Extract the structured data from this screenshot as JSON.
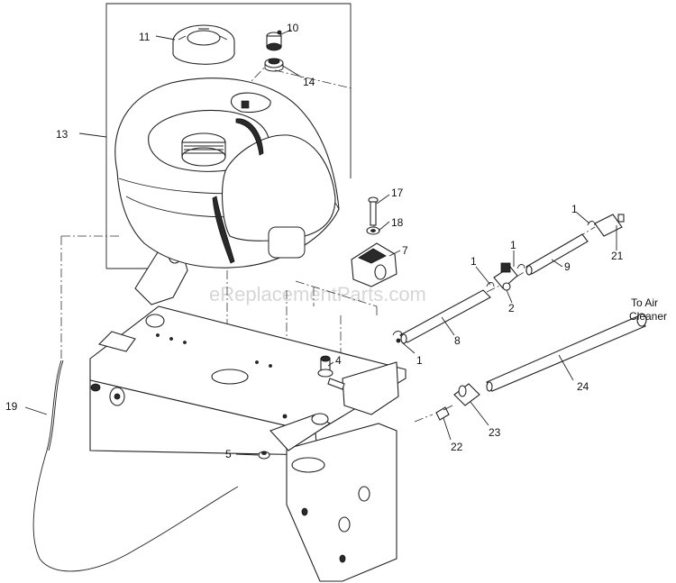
{
  "watermark": "eReplacementParts.com",
  "note": {
    "line1": "To Air",
    "line2": "Cleaner"
  },
  "callouts": [
    {
      "key": "c11",
      "label": "11"
    },
    {
      "key": "c10",
      "label": "10"
    },
    {
      "key": "c14",
      "label": "14"
    },
    {
      "key": "c13",
      "label": "13"
    },
    {
      "key": "c17",
      "label": "17"
    },
    {
      "key": "c18",
      "label": "18"
    },
    {
      "key": "c7",
      "label": "7"
    },
    {
      "key": "c1a",
      "label": "1"
    },
    {
      "key": "c21",
      "label": "21"
    },
    {
      "key": "c1b",
      "label": "1"
    },
    {
      "key": "c9",
      "label": "9"
    },
    {
      "key": "c1c",
      "label": "1"
    },
    {
      "key": "c2",
      "label": "2"
    },
    {
      "key": "c8",
      "label": "8"
    },
    {
      "key": "c1d",
      "label": "1"
    },
    {
      "key": "c4",
      "label": "4"
    },
    {
      "key": "c24",
      "label": "24"
    },
    {
      "key": "c19",
      "label": "19"
    },
    {
      "key": "c23",
      "label": "23"
    },
    {
      "key": "c22",
      "label": "22"
    },
    {
      "key": "c5",
      "label": "5"
    }
  ]
}
